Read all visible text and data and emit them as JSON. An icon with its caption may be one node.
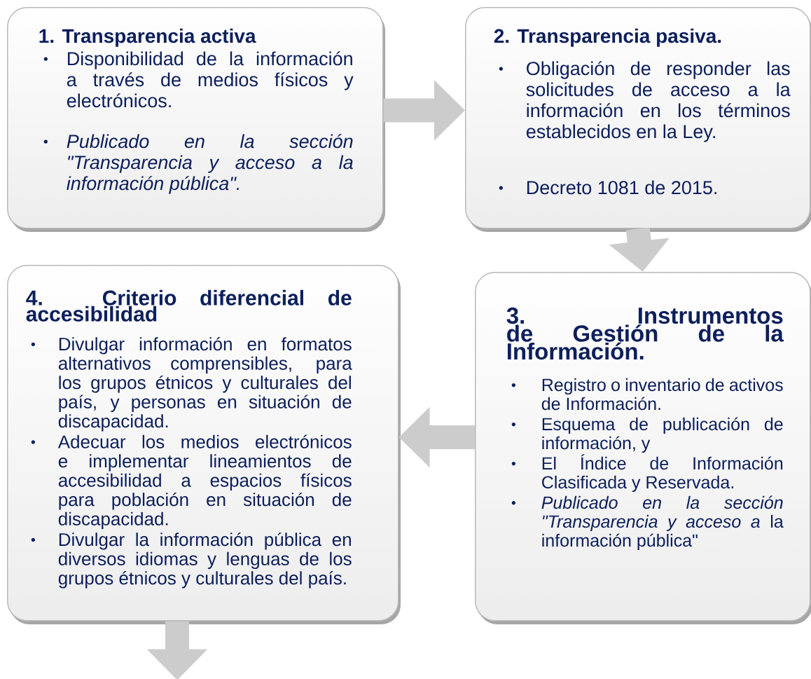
{
  "diagram": {
    "nodes": [
      {
        "text": [
          "1. Transparencia activa",
          "Disponibilidad de la información a través de medios físicos y electrónicos.",
          "Publicado en la sección \"Transparencia y acceso a la información pública\"."
        ]
      },
      {
        "text": [
          "2. Transparencia pasiva.",
          "Obligación de responder las solicitudes de acceso a la información en los términos establecidos en la Ley.",
          "Decreto 1081 de 2015."
        ]
      },
      {
        "text": [
          "3. Instrumentos de Gestión de la Información.",
          "Registro o inventario de activos de Información.",
          "Esquema de publicación de información, y",
          "El Índice de Información Clasificada y Reservada.",
          "*Publicado en la sección \"Transparencia y acceso a* la información pública\""
        ]
      },
      {
        "text": [
          "4. Criterio diferencial de accesibilidad",
          "Divulgar información en formatos alternativos comprensibles, para los grupos étnicos y culturales del país, y personas en situación de discapacidad.",
          "Adecuar los medios electrónicos e implementar lineamientos de accesibilidad a espacios físicos para población en situación de discapacidad.",
          "Divulgar la información pública en diversos idiomas y lenguas de los grupos étnicos y culturales del país."
        ]
      }
    ],
    "edges": [
      {
        "from": 0,
        "to": 1,
        "arrow": "to"
      },
      {
        "from": 1,
        "to": 2,
        "arrow": "to"
      },
      {
        "from": 2,
        "to": 3,
        "arrow": "to"
      },
      {
        "from": 3,
        "to": null,
        "arrow": "to"
      }
    ]
  }
}
